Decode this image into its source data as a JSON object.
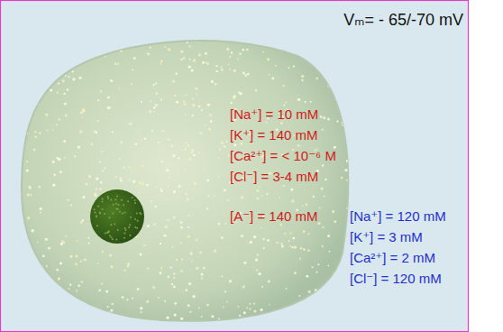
{
  "diagram": {
    "nodes": [
      {
        "text": [
          "[Na⁺] = 10 mM",
          "[K⁺] = 140 mM",
          "[Ca²⁺] = < 10⁻⁶ M",
          "[Cl⁻] = 3-4 mM",
          "[A⁻] = 140 mM"
        ]
      }
    ],
    "labels": [
      "Vₘ= - 65/-70 mV",
      "[Na⁺] = 120 mM",
      "[K⁺] = 3 mM",
      "[Ca²⁺] = 2 mM",
      "[Cl⁻] = 120 mM"
    ]
  }
}
